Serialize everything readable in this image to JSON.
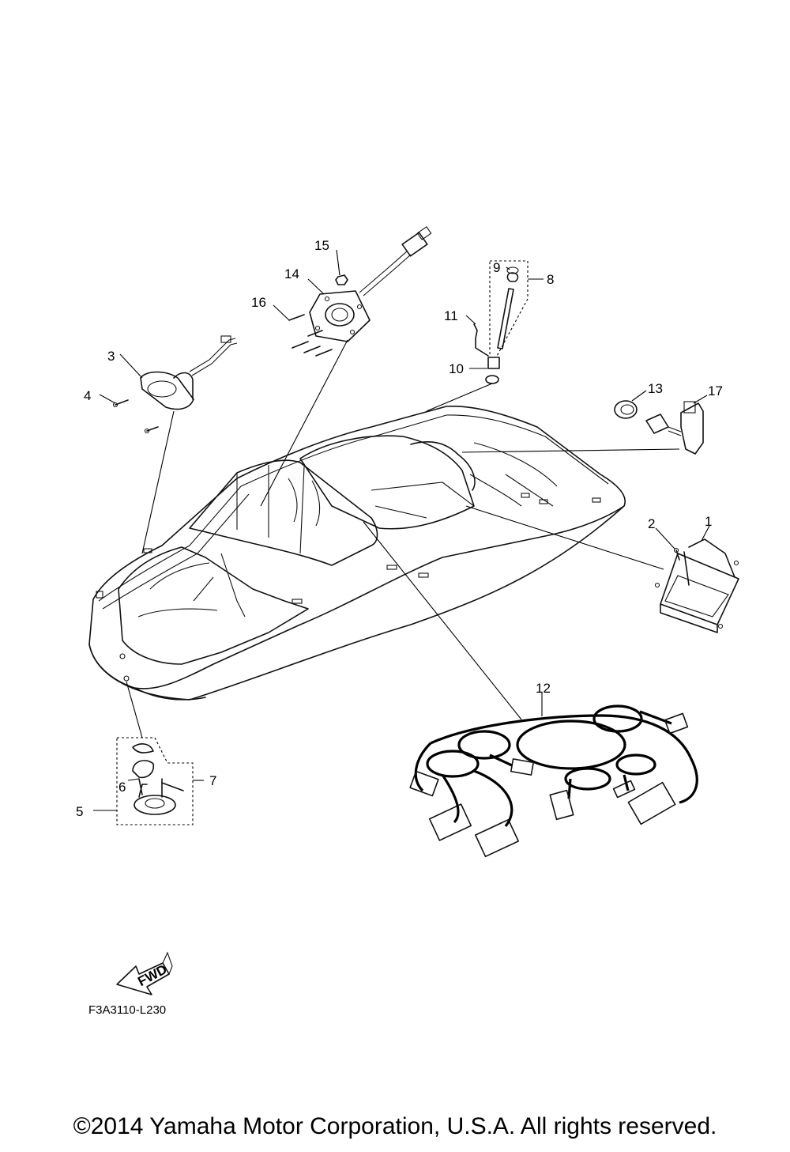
{
  "diagram": {
    "callouts": [
      "1",
      "2",
      "3",
      "4",
      "5",
      "6",
      "7",
      "8",
      "9",
      "10",
      "11",
      "12",
      "13",
      "14",
      "15",
      "16",
      "17"
    ],
    "fwd_label": "FWD",
    "drawing_code": "F3A3110-L230"
  },
  "footer": {
    "copyright": "©2014 Yamaha Motor Corporation, U.S.A. All rights reserved."
  }
}
